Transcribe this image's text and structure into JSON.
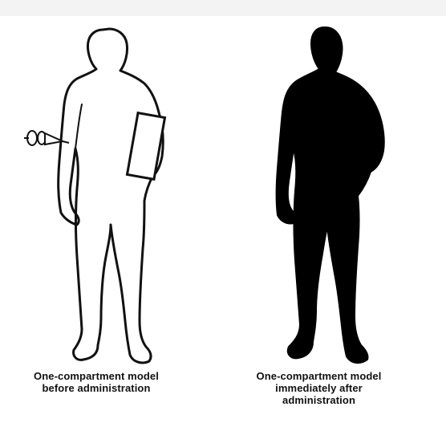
{
  "figure": {
    "left_caption_lines": [
      "One-compartment model",
      "before administration"
    ],
    "right_caption_lines": [
      "One-compartment model",
      "immediately after",
      "administration"
    ],
    "colors": {
      "outline": "#111111",
      "filled_body": "#000000",
      "background": "#ffffff",
      "top_strip": "#f3f3f3"
    },
    "icons": [
      "syringe-icon",
      "clipboard-icon"
    ]
  }
}
